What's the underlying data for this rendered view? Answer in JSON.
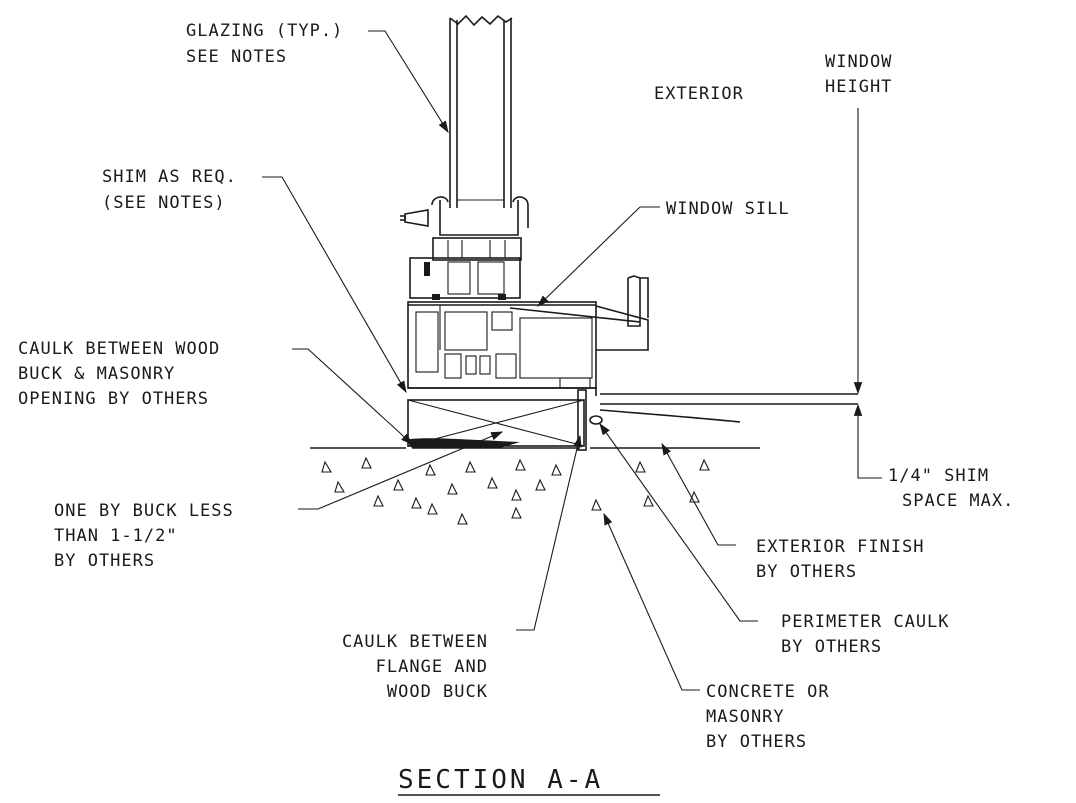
{
  "labels": {
    "glazing_1": "GLAZING (TYP.)",
    "glazing_2": "SEE NOTES",
    "exterior": "EXTERIOR",
    "window_height_1": "WINDOW",
    "window_height_2": "HEIGHT",
    "shim_1": "SHIM AS REQ.",
    "shim_2": "(SEE NOTES)",
    "sill": "WINDOW SILL",
    "caulk_wood_1": "CAULK BETWEEN WOOD",
    "caulk_wood_2": "BUCK & MASONRY",
    "caulk_wood_3": "OPENING BY OTHERS",
    "shim_space_1": "1/4\" SHIM",
    "shim_space_2": "SPACE MAX.",
    "buck_1": "ONE BY BUCK LESS",
    "buck_2": "THAN 1-1/2\"",
    "buck_3": "BY OTHERS",
    "ext_finish_1": "EXTERIOR FINISH",
    "ext_finish_2": "BY OTHERS",
    "perim_1": "PERIMETER CAULK",
    "perim_2": "BY OTHERS",
    "flange_1": "CAULK BETWEEN",
    "flange_2": "FLANGE AND",
    "flange_3": "WOOD BUCK",
    "concrete_1": "CONCRETE OR",
    "concrete_2": "MASONRY",
    "concrete_3": "BY OTHERS",
    "section_title": "SECTION A-A"
  }
}
